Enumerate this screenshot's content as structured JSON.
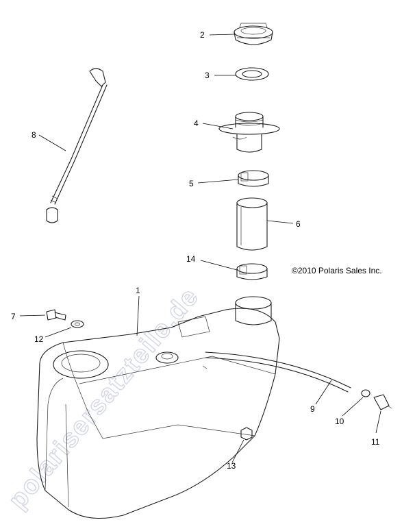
{
  "copyright": "©2010 Polaris Sales Inc.",
  "watermark": "polarisersatzteile.de",
  "callouts": {
    "c1": "1",
    "c2": "2",
    "c3": "3",
    "c4": "4",
    "c5": "5",
    "c6": "6",
    "c7": "7",
    "c8": "8",
    "c9": "9",
    "c10": "10",
    "c11": "11",
    "c12": "12",
    "c13": "13",
    "c14": "14"
  }
}
